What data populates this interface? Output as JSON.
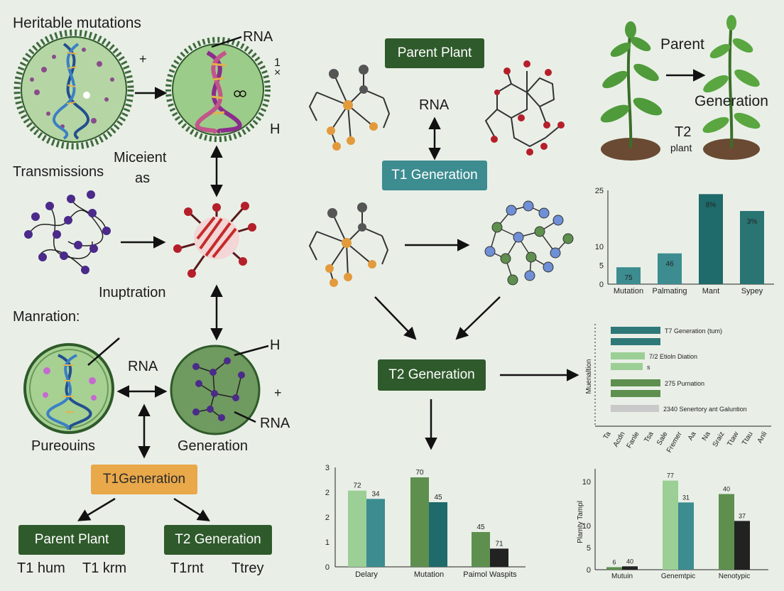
{
  "labels": {
    "heritable": "Heritable mutations",
    "plus1": "+",
    "rna_top": "RNA",
    "one_x": "1\n×",
    "h_top": "H",
    "transmissions": "Transmissions",
    "miceient": "Miceient",
    "as": "as",
    "inuptration": "Inuptration",
    "manration": "Manration:",
    "rna_mid": "RNA",
    "pureouins": "Pureouins",
    "h_mid": "H",
    "plus2": "+",
    "rna_low": "RNA",
    "generation": "Generation",
    "rna_center": "RNA",
    "parent": "Parent",
    "generation_right": "Generation",
    "t2": "T2",
    "plant": "plant",
    "t1_hum": "T1 hum",
    "t1_krm": "T1 krm",
    "t1_rnt": "T1rnt",
    "ttrey": "Ttrey"
  },
  "boxes": {
    "parent_plant_top": "Parent Plant",
    "t1_generation": "T1 Generation",
    "t2_generation_center": "T2 Generation",
    "t1generation": "T1Generation",
    "parent_plant_bottom": "Parent Plant",
    "t2_generation_bottom": "T2 Generation"
  },
  "colors": {
    "dark_green": "#2f5a2b",
    "teal": "#3c8c90",
    "orange": "#e9a84a",
    "light_green": "#9bcf95",
    "mid_green": "#5e8f4e",
    "dark_teal": "#1f6a6a"
  },
  "chart_data": [
    {
      "type": "bar",
      "categories": [
        "Mutation",
        "Palmating",
        "Mant",
        "Sypey"
      ],
      "values": [
        4.5,
        8.2,
        24,
        19.5
      ],
      "data_labels": [
        "75",
        "46",
        "8%",
        "3%"
      ],
      "yticks": [
        "0",
        "5",
        "10",
        "25"
      ],
      "ylim": [
        0,
        25
      ]
    },
    {
      "type": "bar",
      "orientation": "horizontal",
      "ylabel": "Muenaltion",
      "rows": [
        {
          "label": "T7 Generation (tum)",
          "value": 70
        },
        {
          "label": "",
          "value": 70
        },
        {
          "label": "7/2 Etioln Diation",
          "value": 48
        },
        {
          "label": "s",
          "value": 45
        },
        {
          "label": "275 Purnation",
          "value": 70
        },
        {
          "label": "",
          "value": 70
        },
        {
          "label": "2340 Senertory ant Galuntion",
          "value": 68
        }
      ],
      "xticks": [
        "Ta",
        "Acdn",
        "Fanle",
        "Tsa",
        "Sale",
        "Fremer",
        "Aa",
        "Na",
        "Sraiz",
        "Ttaw",
        "Ttau",
        "Anli"
      ]
    },
    {
      "type": "bar",
      "categories": [
        "Delary",
        "Mutation",
        "Paimol Waspits"
      ],
      "series": [
        {
          "values": [
            2.3,
            2.7,
            1.05
          ],
          "labels": [
            "72",
            "70",
            "45"
          ]
        },
        {
          "values": [
            2.05,
            1.95,
            0.55
          ],
          "labels": [
            "34",
            "45",
            "71"
          ]
        }
      ],
      "yticks": [
        "0",
        "1",
        "2",
        "2",
        "3"
      ],
      "ylim": [
        0,
        3
      ]
    },
    {
      "type": "bar",
      "ylabel": "Plamty Tampl",
      "categories": [
        "Mutuin",
        "Genemtpic",
        "Nenotypic"
      ],
      "series": [
        {
          "values": [
            0.3,
            10.6,
            9
          ],
          "labels": [
            "6",
            "77",
            "40"
          ]
        },
        {
          "values": [
            0.4,
            8,
            5.8
          ],
          "labels": [
            "40",
            "31",
            "37"
          ]
        }
      ],
      "yticks": [
        "0",
        "5",
        "10",
        "10"
      ],
      "ylim": [
        0,
        12
      ]
    }
  ]
}
